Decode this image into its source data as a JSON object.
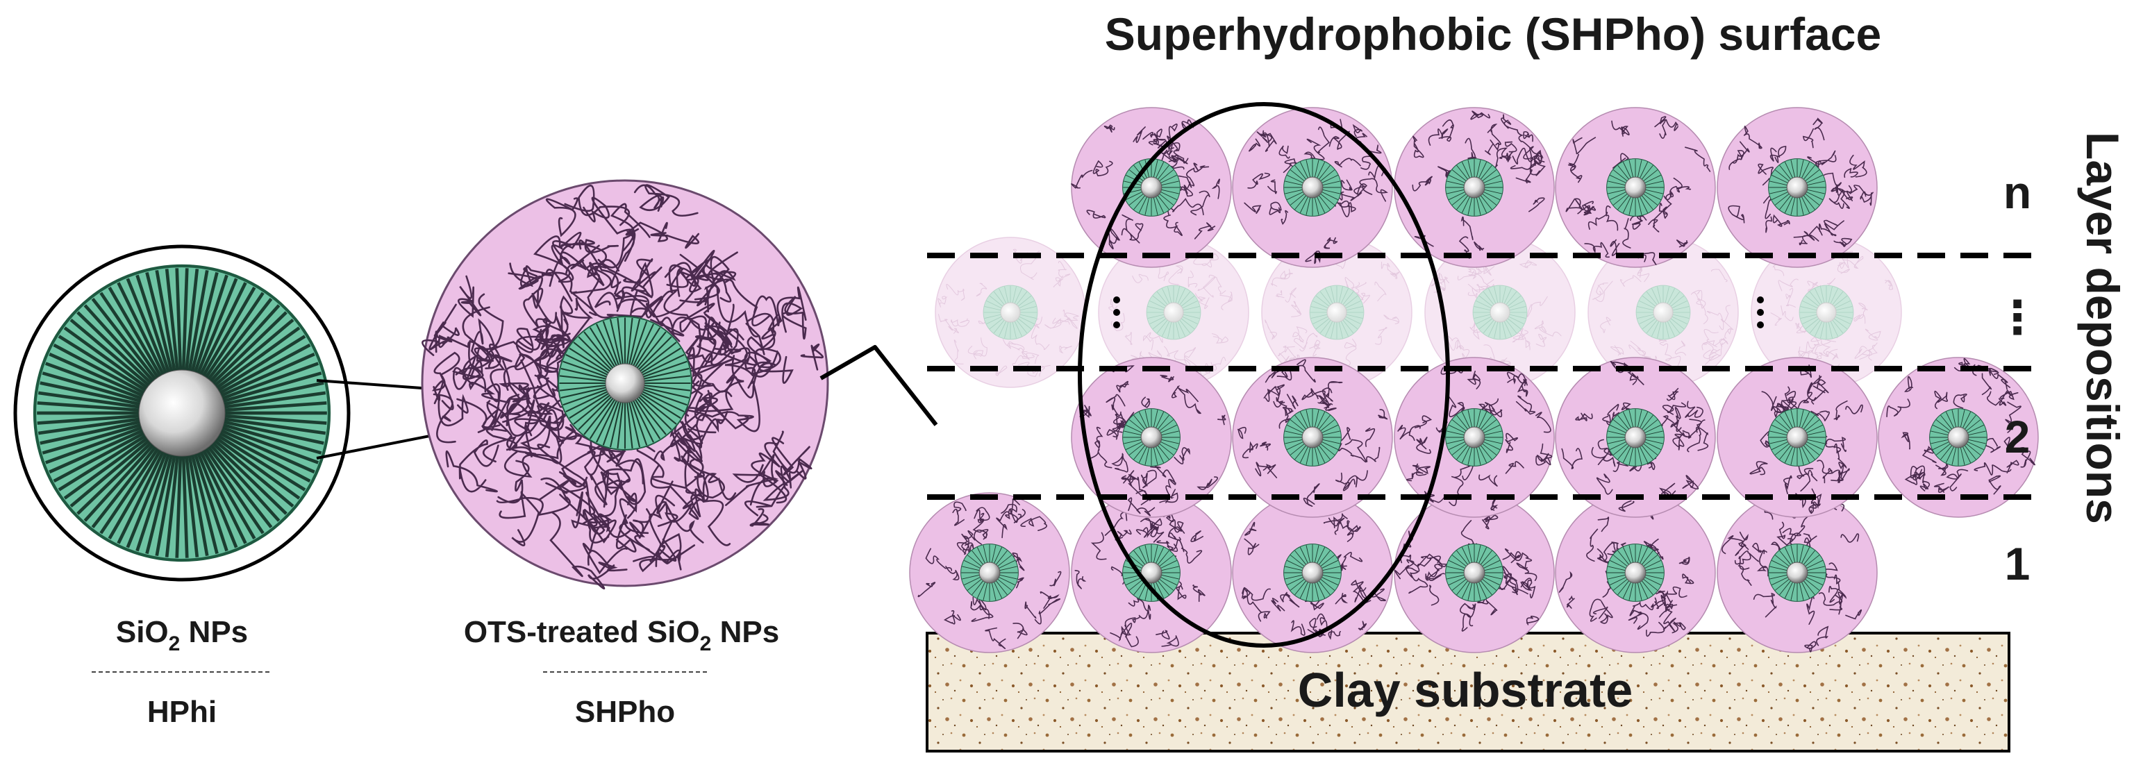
{
  "title": "Superhydrophobic (SHPho) surface",
  "side_label": "Layer depositions",
  "layer_labels": [
    "1",
    "2",
    "⋮",
    "n"
  ],
  "substrate_label": "Clay substrate",
  "particles": [
    {
      "name": "SiO2 NPs",
      "formula_base": "SiO",
      "formula_sub": "2",
      "formula_suffix": " NPs",
      "wettability": "HPhi"
    },
    {
      "name": "OTS-treated SiO2 NPs",
      "prefix": "OTS-treated ",
      "formula_base": "SiO",
      "formula_sub": "2",
      "formula_suffix": " NPs",
      "wettability": "SHPho"
    }
  ],
  "layer_particle_counts": {
    "layer_1": 6,
    "layer_2": 6,
    "layer_middle": 6,
    "layer_n": 5
  },
  "colors": {
    "silica_shell": "#6fc4a4",
    "silica_core_dark": "#2e8a62",
    "ots_coating": "#ecc0e6",
    "ots_chain": "#4a2a4e",
    "core_highlight": "#ffffff",
    "core_shadow": "#8a8a8a",
    "substrate": "#f2ead8",
    "substrate_speckle": "#8b5a2b",
    "outline": "#000000"
  }
}
